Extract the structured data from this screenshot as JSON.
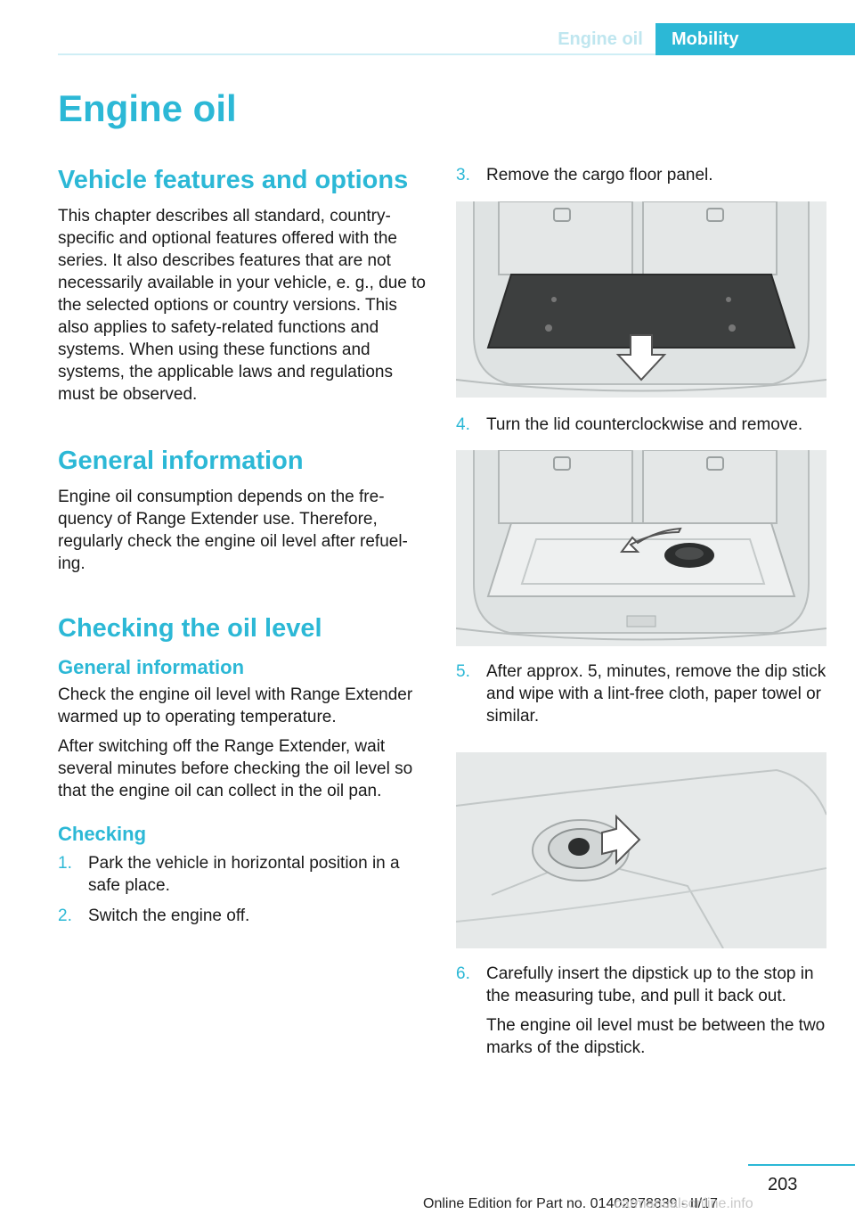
{
  "header": {
    "section_label": "Engine oil",
    "chapter_label": "Mobility"
  },
  "page_title": "Engine oil",
  "sections": {
    "vehicle_features": {
      "heading": "Vehicle features and options",
      "body": "This chapter describes all standard, country-specific and optional features offered with the series. It also describes features that are not necessarily available in your vehicle, e. g., due to the selected options or country versions. This also applies to safety-related functions and systems. When using these functions and systems, the applicable laws and regulations must be observed."
    },
    "general_information": {
      "heading": "General information",
      "body": "Engine oil consumption depends on the fre-quency of Range Extender use. Therefore, regularly check the engine oil level after refuel-ing."
    },
    "checking_oil_level": {
      "heading": "Checking the oil level",
      "general": {
        "subheading": "General information",
        "para1": "Check the engine oil level with Range Extender warmed up to operating temperature.",
        "para2": "After switching off the Range Extender, wait several minutes before checking the oil level so that the engine oil can collect in the oil pan."
      },
      "checking": {
        "subheading": "Checking",
        "steps": [
          {
            "num": "1.",
            "text": "Park the vehicle in horizontal position in a safe place."
          },
          {
            "num": "2.",
            "text": "Switch the engine off."
          },
          {
            "num": "3.",
            "text": "Remove the cargo floor panel."
          },
          {
            "num": "4.",
            "text": "Turn the lid counterclockwise and remove."
          },
          {
            "num": "5.",
            "text": "After approx. 5, minutes, remove the dip stick and wipe with a lint-free cloth, paper towel or similar."
          },
          {
            "num": "6.",
            "text": "Carefully insert the dipstick up to the stop in the measuring tube, and pull it back out.",
            "note": "The engine oil level must be between the two marks of the dipstick."
          }
        ]
      }
    }
  },
  "footer": {
    "page_number": "203",
    "edition": "Online Edition for Part no. 01402978839 - II/17"
  },
  "watermark": "carmanualsonline.info"
}
